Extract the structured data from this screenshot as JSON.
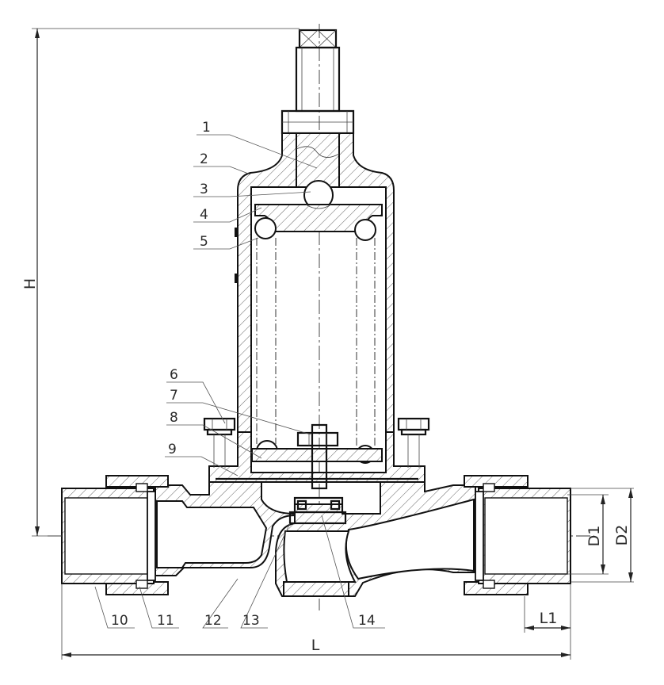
{
  "part_labels": [
    "1",
    "2",
    "3",
    "4",
    "5",
    "6",
    "7",
    "8",
    "9",
    "10",
    "11",
    "12",
    "13",
    "14"
  ],
  "dimensions": {
    "height": "H",
    "length": "L",
    "length_1": "L1",
    "diameter_1": "D1",
    "diameter_2": "D2"
  }
}
